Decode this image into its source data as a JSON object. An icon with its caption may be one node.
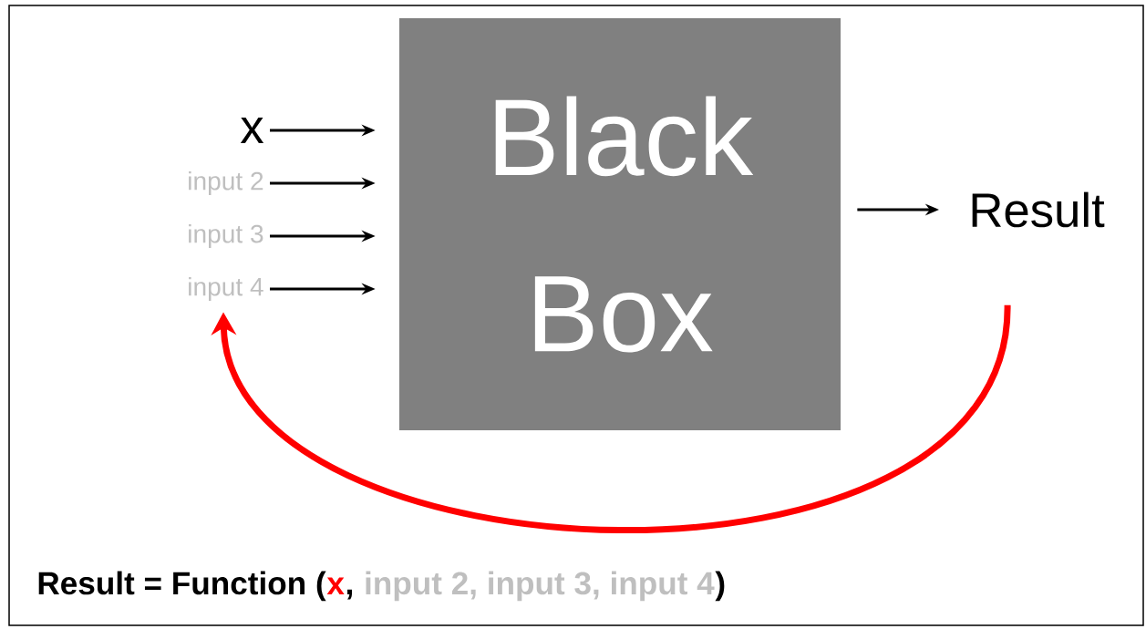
{
  "diagram": {
    "nodes": [
      {
        "text": [
          "x"
        ]
      },
      {
        "text": [
          "input 2"
        ]
      },
      {
        "text": [
          "input 3"
        ]
      },
      {
        "text": [
          "input 4"
        ]
      },
      {
        "text": [
          "Black Box"
        ]
      },
      {
        "text": [
          "Result"
        ]
      }
    ],
    "edges": [
      {
        "from": 0,
        "to": 4,
        "arrow": "to"
      },
      {
        "from": 1,
        "to": 4,
        "arrow": "to"
      },
      {
        "from": 2,
        "to": 4,
        "arrow": "to"
      },
      {
        "from": 3,
        "to": 4,
        "arrow": "to"
      },
      {
        "from": 4,
        "to": 5,
        "arrow": "to"
      },
      {
        "from": 5,
        "to": 3,
        "arrow": "to",
        "style": "thick",
        "color": "#ff0000"
      }
    ],
    "labels": [
      "Result = Function (",
      "x",
      ",",
      "input 2, input 3, input 4",
      ")"
    ]
  }
}
